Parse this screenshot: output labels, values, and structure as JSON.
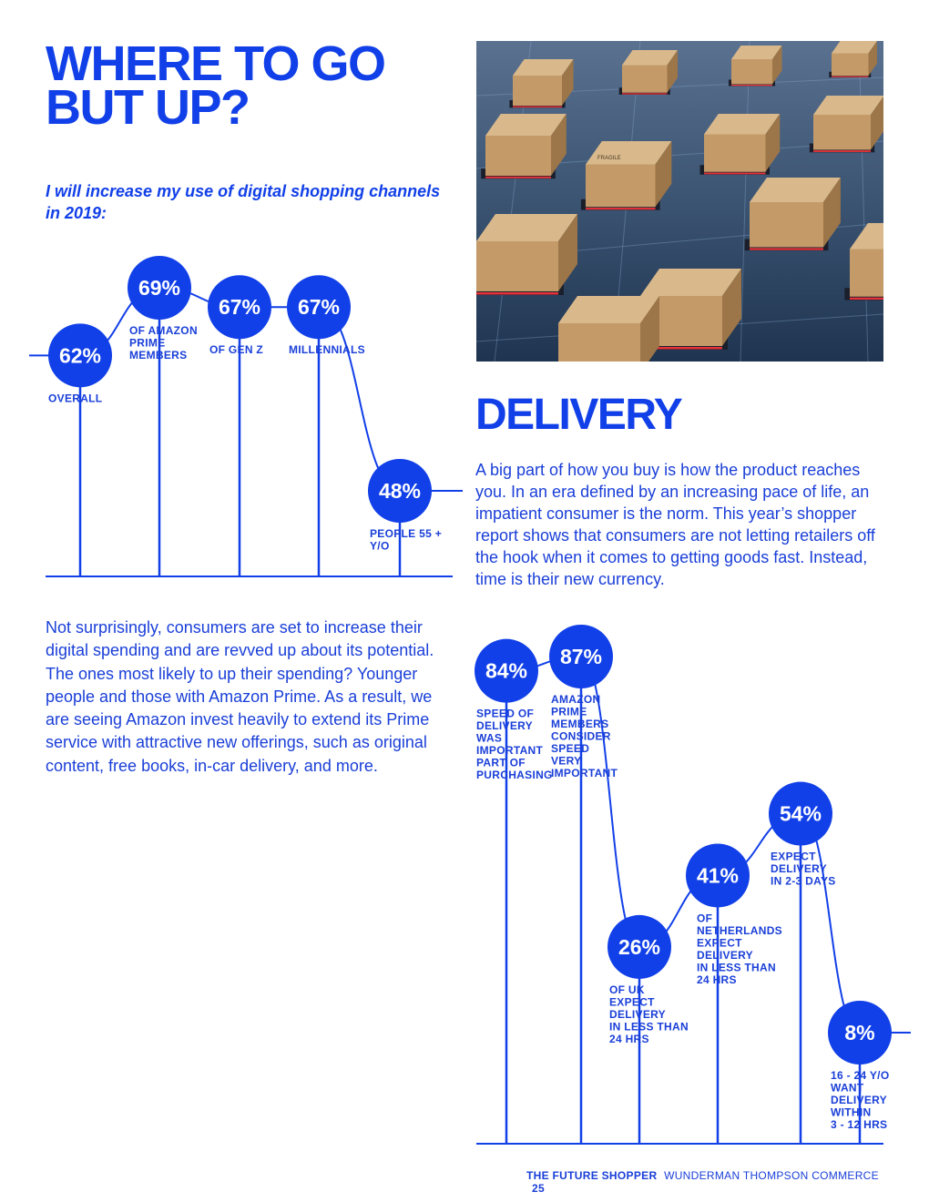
{
  "page": {
    "title_line1": "WHERE TO GO",
    "title_line2": "BUT UP?",
    "subtitle": "I will increase my use of digital shopping channels in 2019:",
    "paragraph1": "Not surprisingly, consumers are set to increase their digital spending and are revved up about its potential. The ones most likely to up their spending? Younger people and those with Amazon Prime. As a result, we are seeing Amazon invest heavily to extend its Prime service with attractive new offerings, such as original content, free books, in-car delivery, and more.",
    "delivery_heading": "DELIVERY",
    "paragraph2": "A big part of how you buy is how the product reaches you. In an era defined by an increasing pace of life, an impatient consumer is the norm. This year’s shopper report shows that consumers are not letting retailers off the hook when it comes to getting goods fast. Instead, time is their new currency.",
    "footer": {
      "report": "THE FUTURE SHOPPER",
      "company": "WUNDERMAN THOMPSON COMMERCE",
      "page_number": "25"
    }
  },
  "colors": {
    "accent": "#1240e8",
    "text": "#1a3fd8",
    "bubble": "#1240e8"
  },
  "photo": {
    "description_icon": "boxes-on-robot-platforms-image",
    "box_label": "FRAGILE"
  },
  "chart_data": [
    {
      "type": "bubble-line",
      "categories": [
        "OVERALL",
        "OF AMAZON PRIME MEMBERS",
        "OF GEN Z",
        "MILLENNIALS",
        "PEOPLE 55 + Y/O"
      ],
      "values": [
        62,
        69,
        67,
        67,
        48
      ],
      "value_labels": [
        "62%",
        "69%",
        "67%",
        "67%",
        "48%"
      ]
    },
    {
      "type": "bubble-line",
      "categories": [
        "SPEED OF DELIVERY WAS IMPORTANT PART OF PURCHASING",
        "AMAZON PRIME MEMBERS CONSIDER SPEED VERY IMPORTANT",
        "OF UK EXPECT DELIVERY IN LESS THAN 24 HRS",
        "OF NETHERLANDS EXPECT DELIVERY IN LESS THAN 24 HRS",
        "EXPECT DELIVERY IN 2-3 DAYS",
        "16 - 24 Y/O WANT DELIVERY WITHIN 3 - 12 HRS"
      ],
      "values": [
        84,
        87,
        26,
        41,
        54,
        8
      ],
      "value_labels": [
        "84%",
        "87%",
        "26%",
        "41%",
        "54%",
        "8%"
      ]
    }
  ]
}
